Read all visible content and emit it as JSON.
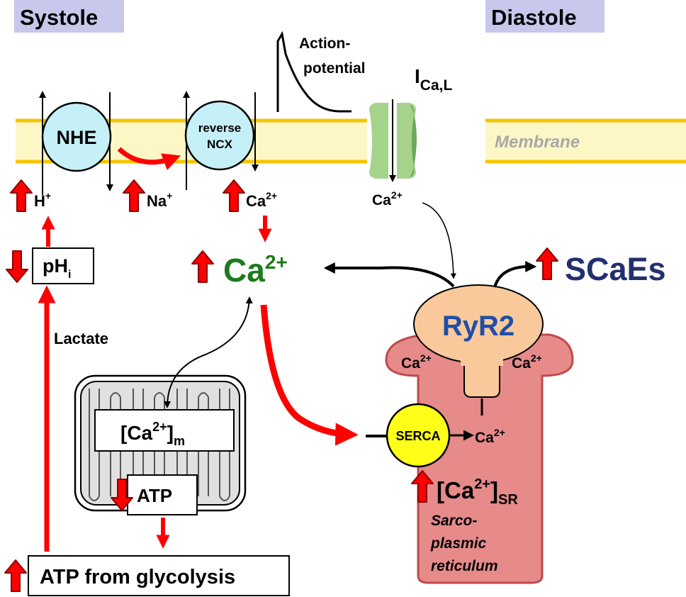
{
  "headers": {
    "systole": "Systole",
    "diastole": "Diastole"
  },
  "membrane": {
    "label": "Membrane"
  },
  "action_potential": {
    "line1": "Action-",
    "line2": "potential"
  },
  "channel": {
    "label_main": "I",
    "label_sub": "Ca,L",
    "ion": "Ca",
    "ion_sup": "2+"
  },
  "nhe": {
    "label": "NHE"
  },
  "ncx": {
    "line1": "reverse",
    "line2": "NCX"
  },
  "ions": {
    "h": {
      "main": "H",
      "sup": "+"
    },
    "na": {
      "main": "Na",
      "sup": "+"
    },
    "ca_ncx": {
      "main": "Ca",
      "sup": "2+"
    }
  },
  "ph": {
    "main": "pH",
    "sub": "i"
  },
  "lactate": "Lactate",
  "central_ca": {
    "main": "Ca",
    "sup": "2+"
  },
  "ryr2": {
    "label": "RyR2"
  },
  "scaes": "SCaEs",
  "sr": {
    "ca_left": {
      "main": "Ca",
      "sup": "2+"
    },
    "ca_right": {
      "main": "Ca",
      "sup": "2+"
    },
    "ca_serca": {
      "main": "Ca",
      "sup": "2+"
    },
    "ca_sr": {
      "main": "[Ca",
      "sup": "2+",
      "end": "]",
      "sub": "SR"
    },
    "name_line1": "Sarco-",
    "name_line2": "plasmic",
    "name_line3": "reticulum"
  },
  "serca": {
    "label": "SERCA"
  },
  "mito": {
    "ca_m": {
      "main": "[Ca",
      "sup": "2+",
      "end": "]",
      "sub": "m"
    },
    "atp": "ATP"
  },
  "glycolysis": "ATP from glycolysis",
  "colors": {
    "red": "#ff0000",
    "dark_red": "#8b0000",
    "membrane_fill": "#fdf7c6",
    "membrane_line": "#f5c400",
    "header_bg": "#c8c8ec",
    "cyan": "#c6f0f8",
    "green_dark": "#1e7a1e",
    "navy": "#22306e",
    "blue": "#1f4ea8",
    "sr_fill": "#e68a8a",
    "sr_stroke": "#c04a4a",
    "ryr_fill": "#f9c99b",
    "serca_fill": "#ffff1a",
    "channel_green": "#a6d38c"
  }
}
